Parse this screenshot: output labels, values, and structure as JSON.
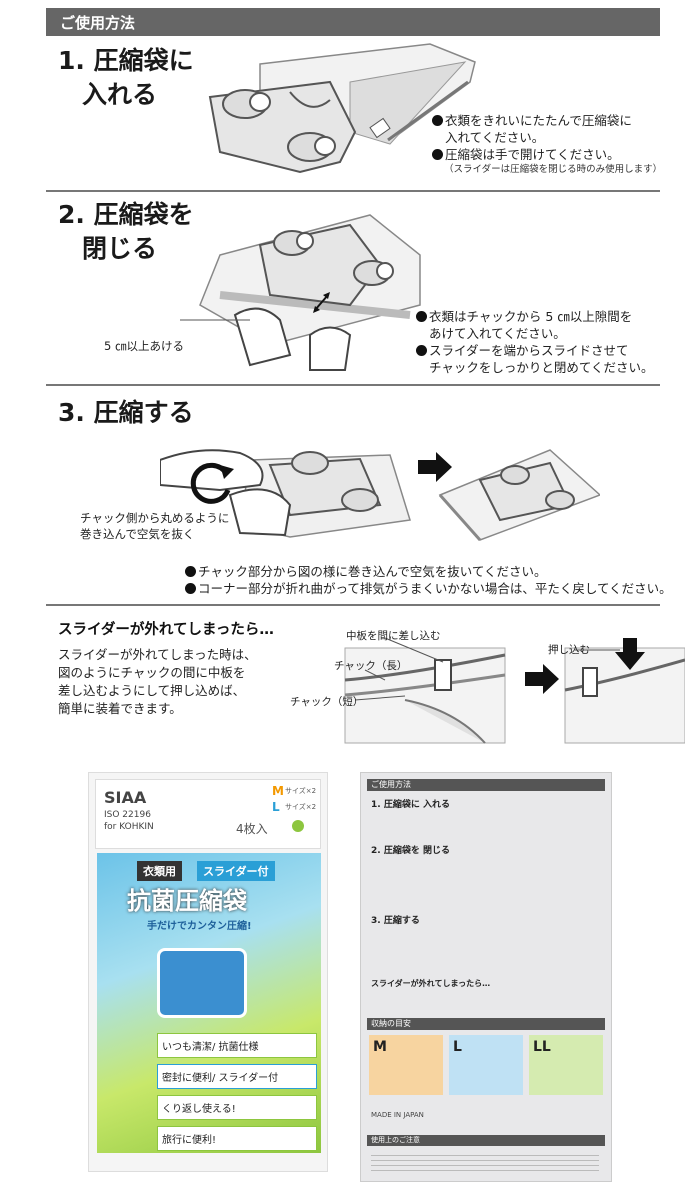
{
  "header": {
    "title": "ご使用方法"
  },
  "steps": [
    {
      "title_l1": "1. 圧縮袋に",
      "title_l2": "入れる",
      "bullets": [
        "衣類をきれいにたたんで圧縮袋に",
        "入れてください。",
        "圧縮袋は手で開けてください。"
      ],
      "note": "（スライダーは圧縮袋を閉じる時のみ使用します）"
    },
    {
      "title_l1": "2. 圧縮袋を",
      "title_l2": "閉じる",
      "callout": "5 ㎝以上あける",
      "bullets": [
        "衣類はチャックから 5 ㎝以上隙間を",
        "あけて入れてください。",
        "スライダーを端からスライドさせて",
        "チャックをしっかりと閉めてください。"
      ]
    },
    {
      "title_l1": "3. 圧縮する",
      "callout_l1": "チャック側から丸めるように",
      "callout_l2": "巻き込んで空気を抜く",
      "bullets": [
        "チャック部分から図の様に巻き込んで空気を抜いてください。",
        "コーナー部分が折れ曲がって排気がうまくいかない場合は、平たく戻してください。"
      ]
    }
  ],
  "trouble": {
    "title": "スライダーが外れてしまったら…",
    "body": [
      "スライダーが外れてしまった時は、",
      "図のようにチャックの間に中板を",
      "差し込むようにして押し込めば、",
      "簡単に装着できます。"
    ],
    "labels": {
      "insert": "中板を間に差し込む",
      "long": "チャック（長）",
      "short": "チャック（短）",
      "press": "押し込む"
    }
  },
  "package_front": {
    "brand": "SIAA",
    "iso": "ISO 22196",
    "kohkin": "for KOHKIN",
    "size_m": "M",
    "size_l": "L",
    "size_m_sub": "サイズ×2",
    "size_l_sub": "サイズ×2",
    "count": "4枚入",
    "tag_left": "衣類用",
    "tag_right": "スライダー付",
    "product_name": "抗菌圧縮袋",
    "easy": "手だけでカンタン圧縮!",
    "features": [
      "いつも清潔/ 抗菌仕様",
      "密封に便利/ スライダー付",
      "くり返し使える!",
      "旅行に便利!"
    ]
  },
  "package_back": {
    "header": "ご使用方法",
    "step1": "1. 圧縮袋に 入れる",
    "step2": "2. 圧縮袋を 閉じる",
    "step3": "3. 圧縮する",
    "trouble": "スライダーが外れてしまったら…",
    "size_guide": "収納の目安",
    "sizes": [
      "M",
      "L",
      "LL"
    ],
    "made_in": "MADE IN JAPAN",
    "caution": "使用上のご注意"
  },
  "colors": {
    "header_bg": "#666666",
    "accent_blue": "#2a9fd6",
    "accent_green": "#8dc63f",
    "accent_yellow": "#f2d200",
    "package_orange": "#f39800"
  }
}
